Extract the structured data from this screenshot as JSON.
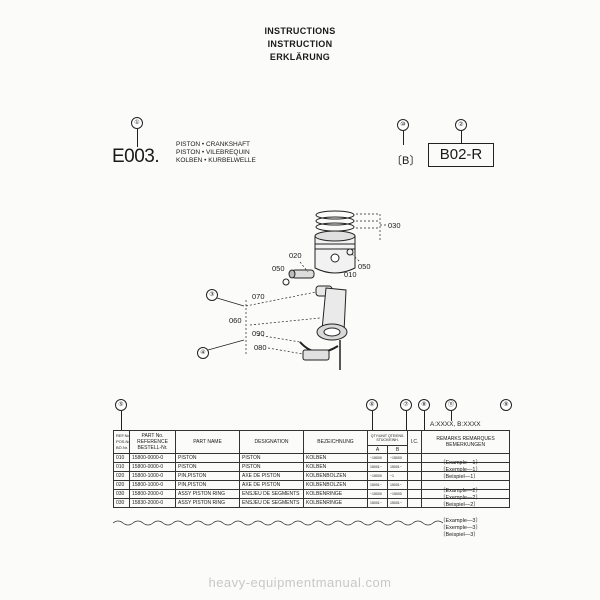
{
  "header": {
    "line1": "INSTRUCTIONS",
    "line2": "INSTRUCTION",
    "line3": "ERKLÄRUNG"
  },
  "callouts": {
    "c1": "①",
    "c2": "②",
    "c3": "③",
    "c4": "④",
    "c5": "⑤",
    "c6": "⑥",
    "c7": "⑦",
    "c8": "⑧",
    "c9": "⑨",
    "c10": "⑩",
    "c11": "⑪"
  },
  "section": {
    "code": "E003.",
    "name_en": "PISTON • CRANKSHAFT",
    "name_fr": "PISTON • VILEBREQUIN",
    "name_de": "KOLBEN • KURBELWELLE",
    "variant": "〔B〕",
    "group": "B02-R"
  },
  "diagram": {
    "labels": {
      "l030": "030",
      "l020": "020",
      "l050a": "050",
      "l050b": "050",
      "l010": "010",
      "l070": "070",
      "l060": "060",
      "l090": "090",
      "l080": "080"
    }
  },
  "table": {
    "model_note": "A:XXXX, B:XXXX",
    "headers": {
      "ref": "REF.No. POS.Nr. BÖ.Nr.",
      "part_no": "PART No. REFERENCE BESTELL-Nr.",
      "part_name": "PART NAME",
      "designation": "DESIGNATION",
      "bezeichnung": "BEZEICHNUNG",
      "qty": "QTY/UNIT QTE/ENS. STÜCK/EINH.",
      "qty_a": "A",
      "qty_b": "B",
      "ic": "I.C.",
      "remarks": "REMARKS REMARQUES BEMERKUNGEN"
    },
    "rows": [
      {
        "ref": "010",
        "part_no": "15800-0000-0",
        "name": "PISTON",
        "desig": "PISTON",
        "bez": "KOLBEN",
        "a": "~15000",
        "b": "~15000"
      },
      {
        "ref": "010",
        "part_no": "15800-0000-0",
        "name": "PISTON",
        "desig": "PISTON",
        "bez": "KOLBEN",
        "a": "15001~",
        "b": "15001~"
      },
      {
        "ref": "020",
        "part_no": "15800-1000-0",
        "name": "PIN,PISTON",
        "desig": "AXE DE PISTON",
        "bez": "KOLBENBOLZEN",
        "a": "~15000",
        "b": "~1"
      },
      {
        "ref": "020",
        "part_no": "15800-1000-0",
        "name": "PIN,PISTON",
        "desig": "AXE DE PISTON",
        "bez": "KOLBENBOLZEN",
        "a": "15001~",
        "b": "15001~"
      },
      {
        "ref": "030",
        "part_no": "15800-2000-0",
        "name": "ASSY PISTON RING",
        "desig": "ENSJEU DE SEGMENTS",
        "bez": "KOLBENRINGE",
        "a": "~15000",
        "b": "~15000"
      },
      {
        "ref": "030",
        "part_no": "15830-2000-0",
        "name": "ASSY PISTON RING",
        "desig": "ENSJEU DE SEGMENTS",
        "bez": "KOLBENRINGE",
        "a": "15001~",
        "b": "15001~"
      }
    ],
    "remarks": [
      "〔Example—1〕",
      "〔Exemple—1〕",
      "〔Beispiel—1〕",
      "〔Example—2〕",
      "〔Exemple—2〕",
      "〔Beispiel—2〕",
      "〔Example—3〕",
      "〔Exemple—3〕",
      "〔Beispiel—3〕"
    ]
  },
  "footer": {
    "watermark": "heavy-equipmentmanual.com"
  }
}
